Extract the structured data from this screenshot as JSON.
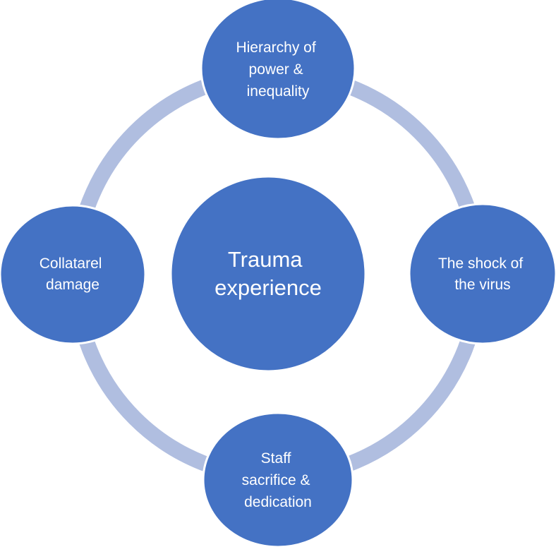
{
  "colors": {
    "node_fill": "#4472c4",
    "node_stroke": "#ffffff",
    "ring": "#b0bee0",
    "text": "#ffffff"
  },
  "center": {
    "lines": [
      "Trauma",
      "experience"
    ]
  },
  "nodes": [
    {
      "id": "top",
      "lines": [
        "Hierarchy of",
        "power &",
        "inequality"
      ]
    },
    {
      "id": "right",
      "lines": [
        "The shock of",
        "the virus"
      ]
    },
    {
      "id": "bottom",
      "lines": [
        "Staff",
        "sacrifice &",
        "dedication"
      ]
    },
    {
      "id": "left",
      "lines": [
        "Collatarel",
        "damage"
      ]
    }
  ]
}
